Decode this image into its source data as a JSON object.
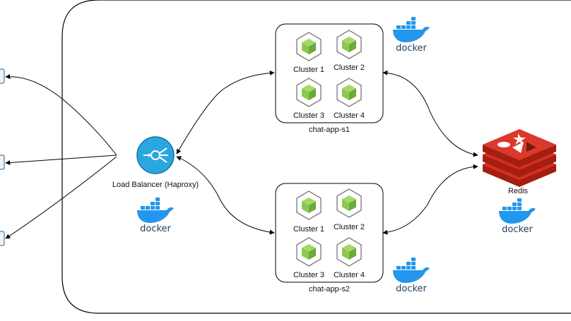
{
  "load_balancer": {
    "label": "Load Balancer (Haproxy)",
    "color": "#29a8e0"
  },
  "servers": [
    {
      "name": "chat-app-s1",
      "clusters": [
        "Cluster 1",
        "Cluster 2",
        "Cluster 3",
        "Cluster 4"
      ]
    },
    {
      "name": "chat-app-s2",
      "clusters": [
        "Cluster 1",
        "Cluster 2",
        "Cluster 3",
        "Cluster 4"
      ]
    }
  ],
  "redis": {
    "label": "Redis",
    "color": "#c6302b"
  },
  "docker": {
    "word": "docker",
    "color": "#2396ed"
  },
  "node_icon_color": "#8cc84b"
}
